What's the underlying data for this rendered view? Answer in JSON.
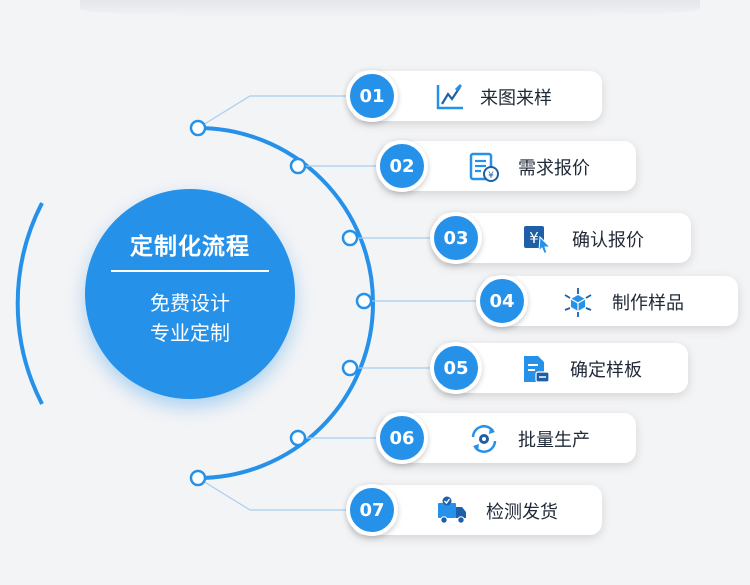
{
  "center": {
    "title": "定制化流程",
    "line1": "免费设计",
    "line2": "专业定制"
  },
  "steps": [
    {
      "num": "01",
      "label": "来图来样",
      "icon": "drawing-icon"
    },
    {
      "num": "02",
      "label": "需求报价",
      "icon": "quote-document-icon"
    },
    {
      "num": "03",
      "label": "确认报价",
      "icon": "yen-click-icon"
    },
    {
      "num": "04",
      "label": "制作样品",
      "icon": "cube-network-icon"
    },
    {
      "num": "05",
      "label": "确定样板",
      "icon": "sample-board-icon"
    },
    {
      "num": "06",
      "label": "批量生产",
      "icon": "production-cycle-icon"
    },
    {
      "num": "07",
      "label": "检测发货",
      "icon": "delivery-truck-icon"
    }
  ],
  "colors": {
    "accent": "#2691e9",
    "background": "#f3f4f6",
    "text": "#1f2937"
  }
}
